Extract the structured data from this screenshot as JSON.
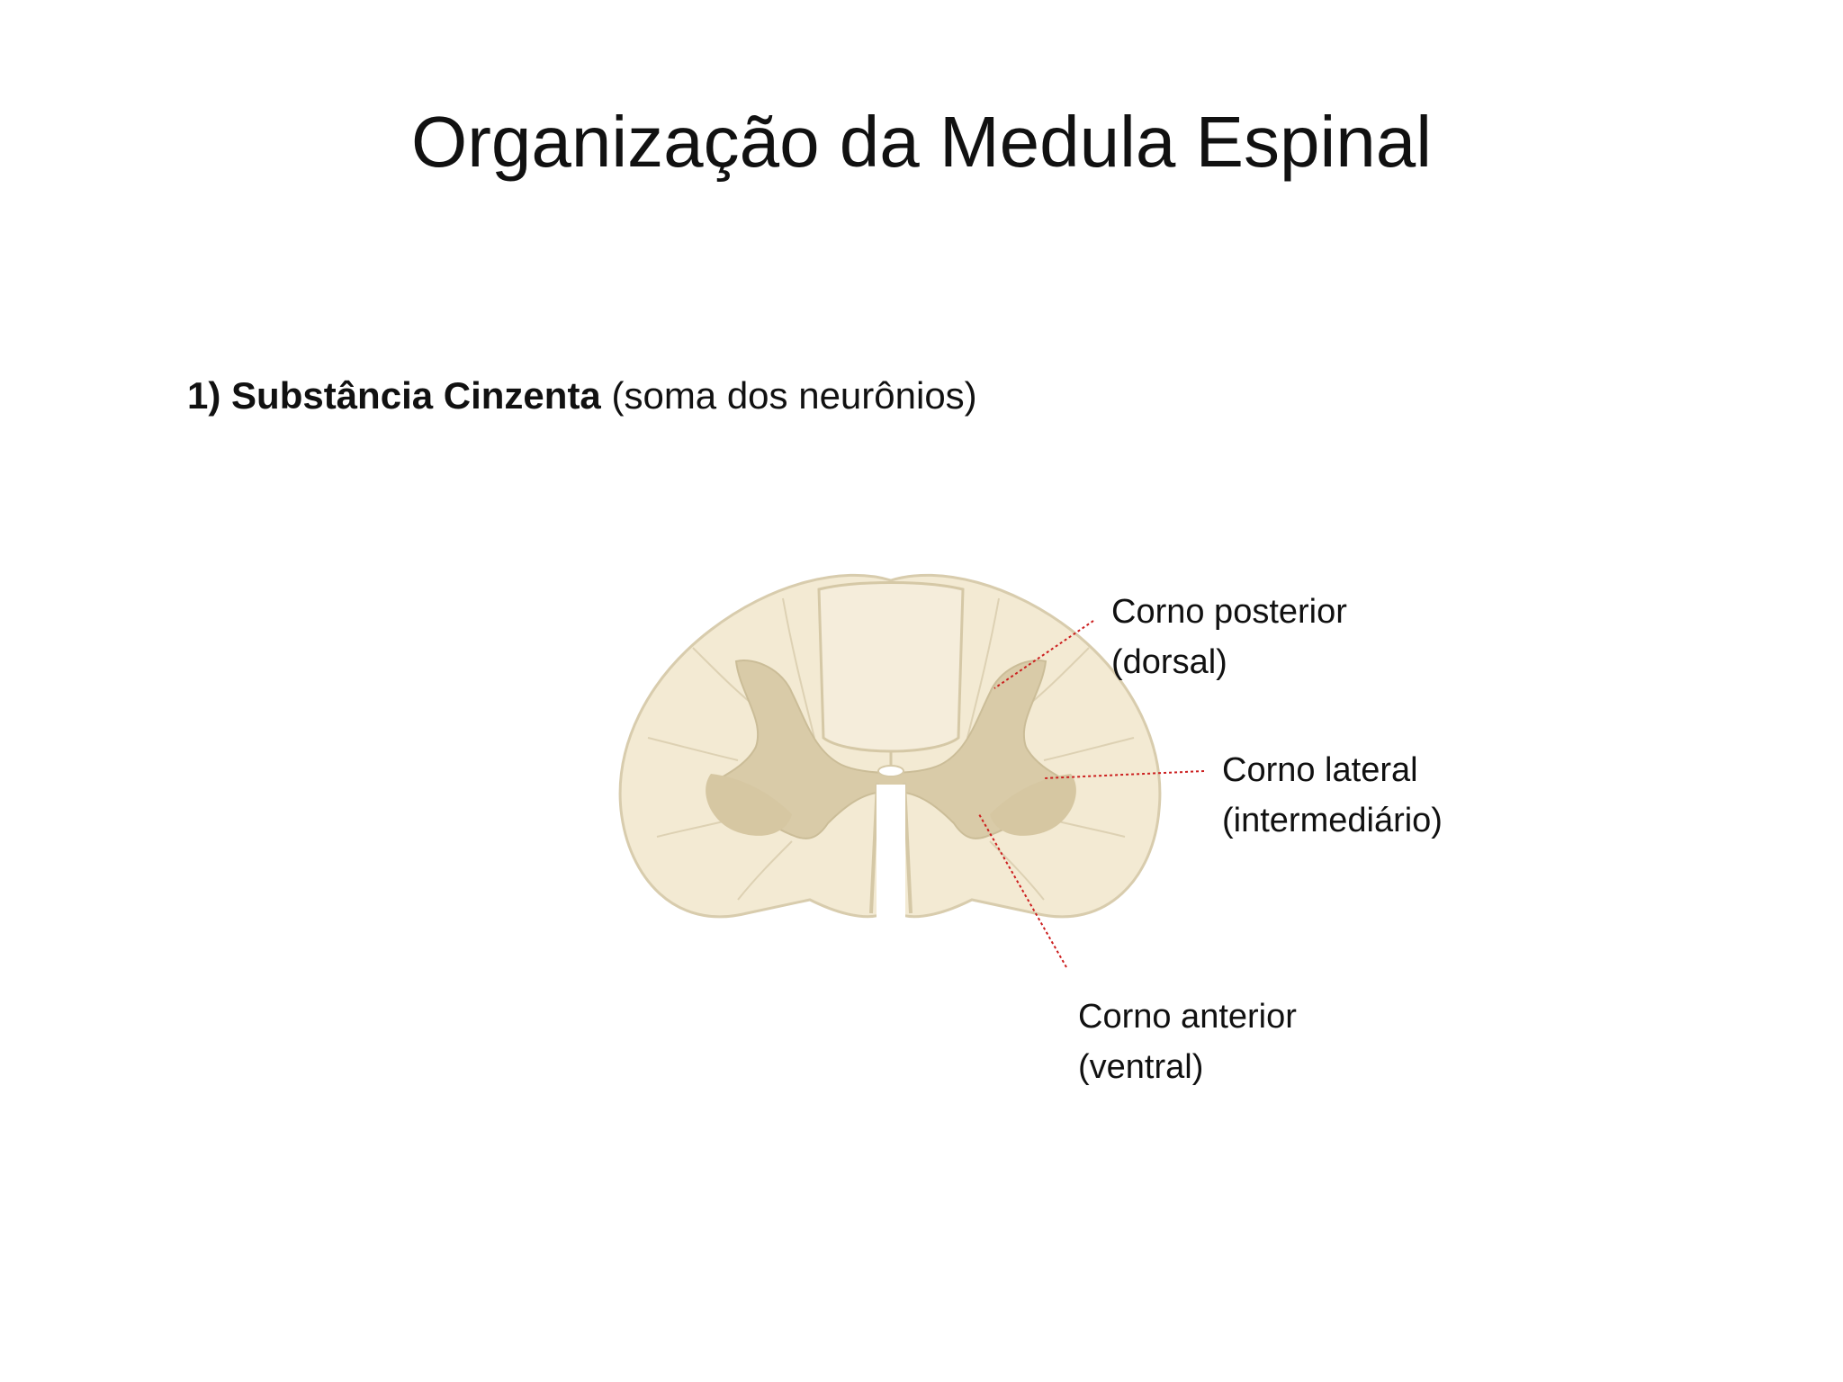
{
  "slide": {
    "title": "Organização da Medula Espinal",
    "subheading": {
      "number": "1)",
      "bold": "Substância Cinzenta",
      "rest": "(soma dos neurônios)"
    }
  },
  "diagram": {
    "labels": {
      "posterior": {
        "line1": "Corno posterior",
        "line2": "(dorsal)"
      },
      "lateral": {
        "line1": "Corno lateral",
        "line2": "(intermediário)"
      },
      "anterior": {
        "line1": "Corno anterior",
        "line2": "(ventral)"
      }
    },
    "colors": {
      "white_matter": "#f3ead3",
      "gray_matter": "#d9cba8",
      "outline": "#cfc3a6",
      "leader_line": "#cc1f1f"
    }
  }
}
